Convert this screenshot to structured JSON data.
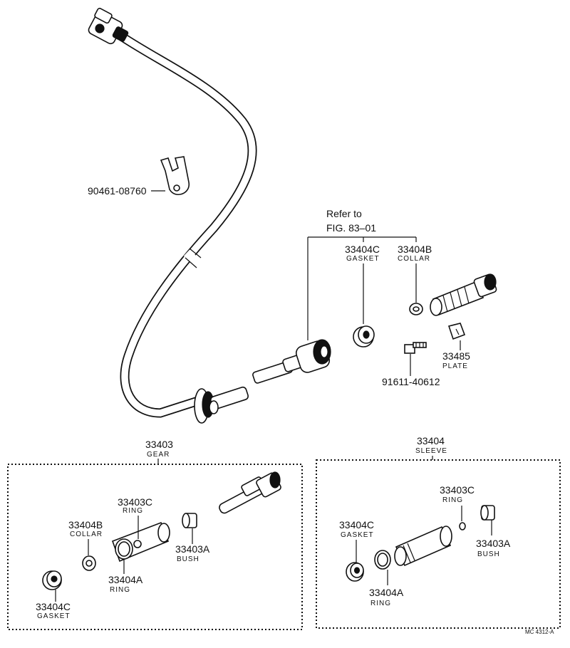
{
  "refer": {
    "line1": "Refer to",
    "line2": "FIG. 83–01"
  },
  "parts": {
    "clamp": {
      "number": "90461-08760"
    },
    "gasket_top": {
      "number": "33404C",
      "name": "GASKET"
    },
    "collar_top": {
      "number": "33404B",
      "name": "COLLAR"
    },
    "plate": {
      "number": "33485",
      "name": "PLATE"
    },
    "bolt": {
      "number": "91611-40612"
    }
  },
  "gear_group": {
    "number": "33403",
    "name": "GEAR",
    "ring_c": {
      "number": "33403C",
      "name": "RING"
    },
    "collar": {
      "number": "33404B",
      "name": "COLLAR"
    },
    "bush": {
      "number": "33403A",
      "name": "BUSH"
    },
    "ring_a": {
      "number": "33404A",
      "name": "RING"
    },
    "gasket": {
      "number": "33404C",
      "name": "GASKET"
    }
  },
  "sleeve_group": {
    "number": "33404",
    "name": "SLEEVE",
    "ring_c": {
      "number": "33403C",
      "name": "RING"
    },
    "gasket": {
      "number": "33404C",
      "name": "GASKET"
    },
    "bush": {
      "number": "33403A",
      "name": "BUSH"
    },
    "ring_a": {
      "number": "33404A",
      "name": "RING"
    }
  },
  "drawing_code": "MC 4312-A"
}
